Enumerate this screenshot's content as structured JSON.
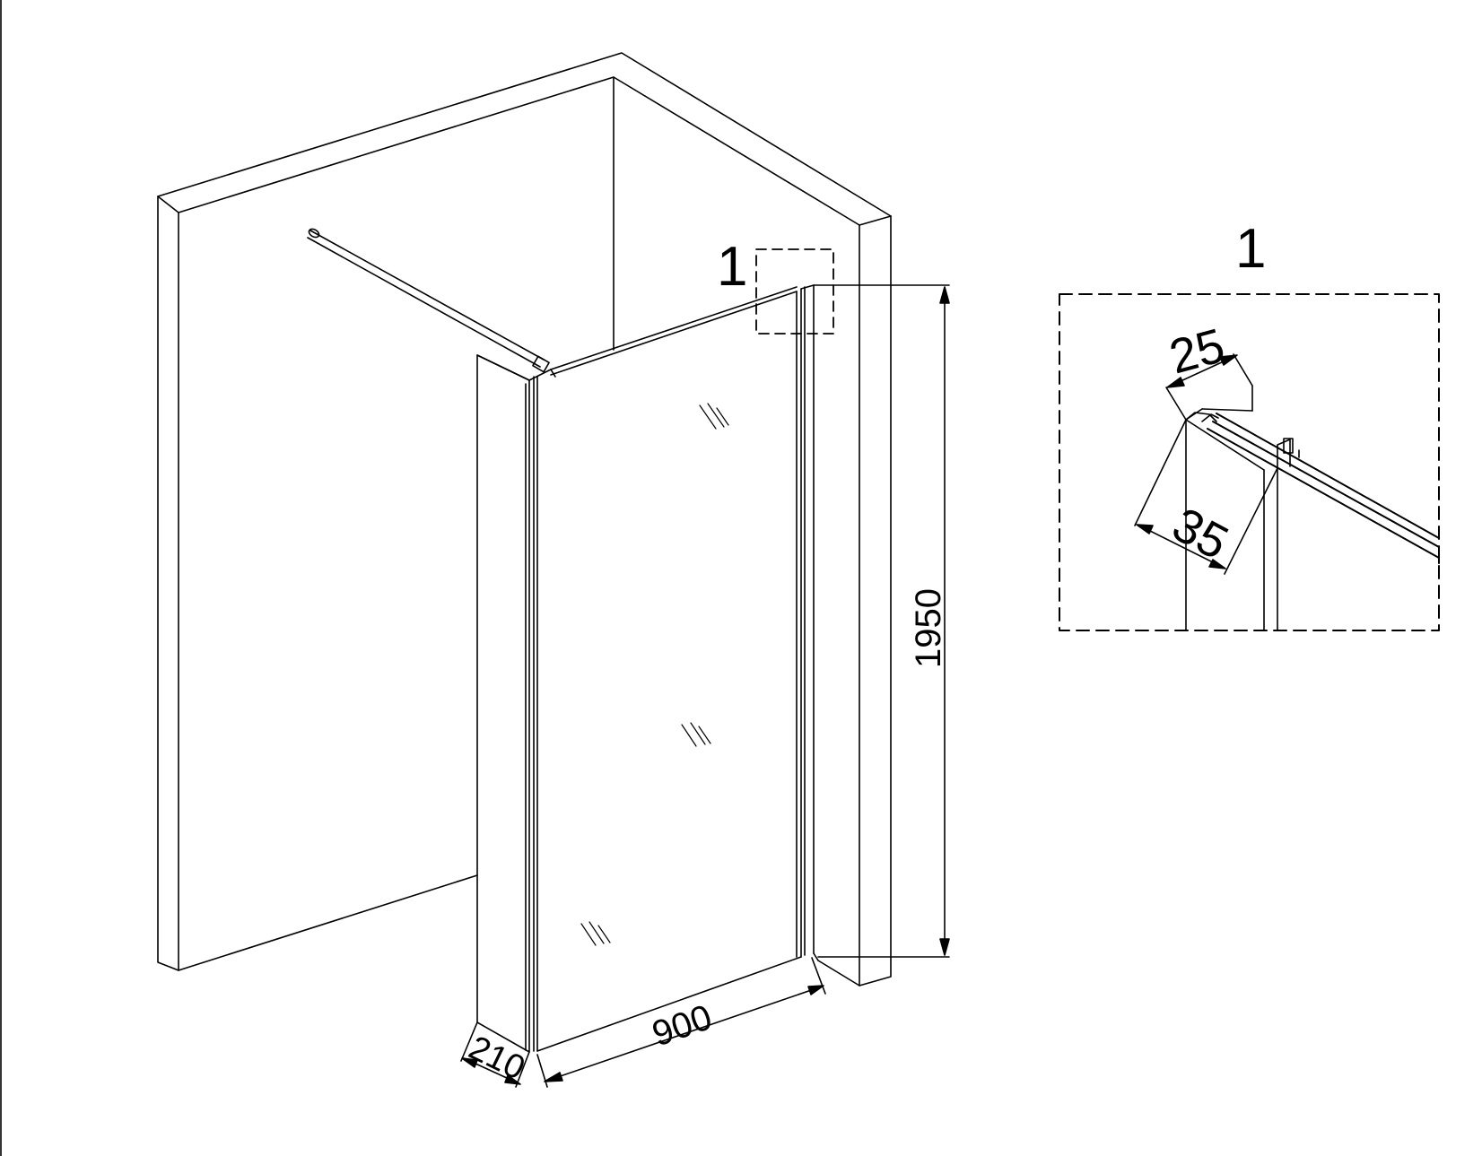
{
  "drawing": {
    "colors": {
      "line": "#000000",
      "background": "#ffffff"
    },
    "dimensions": {
      "height": "1950",
      "width": "900",
      "return_panel": "210",
      "profile_width": "25",
      "profile_depth": "35"
    },
    "detail_callout": {
      "label": "1"
    },
    "detail_view": {
      "label": "1"
    }
  }
}
